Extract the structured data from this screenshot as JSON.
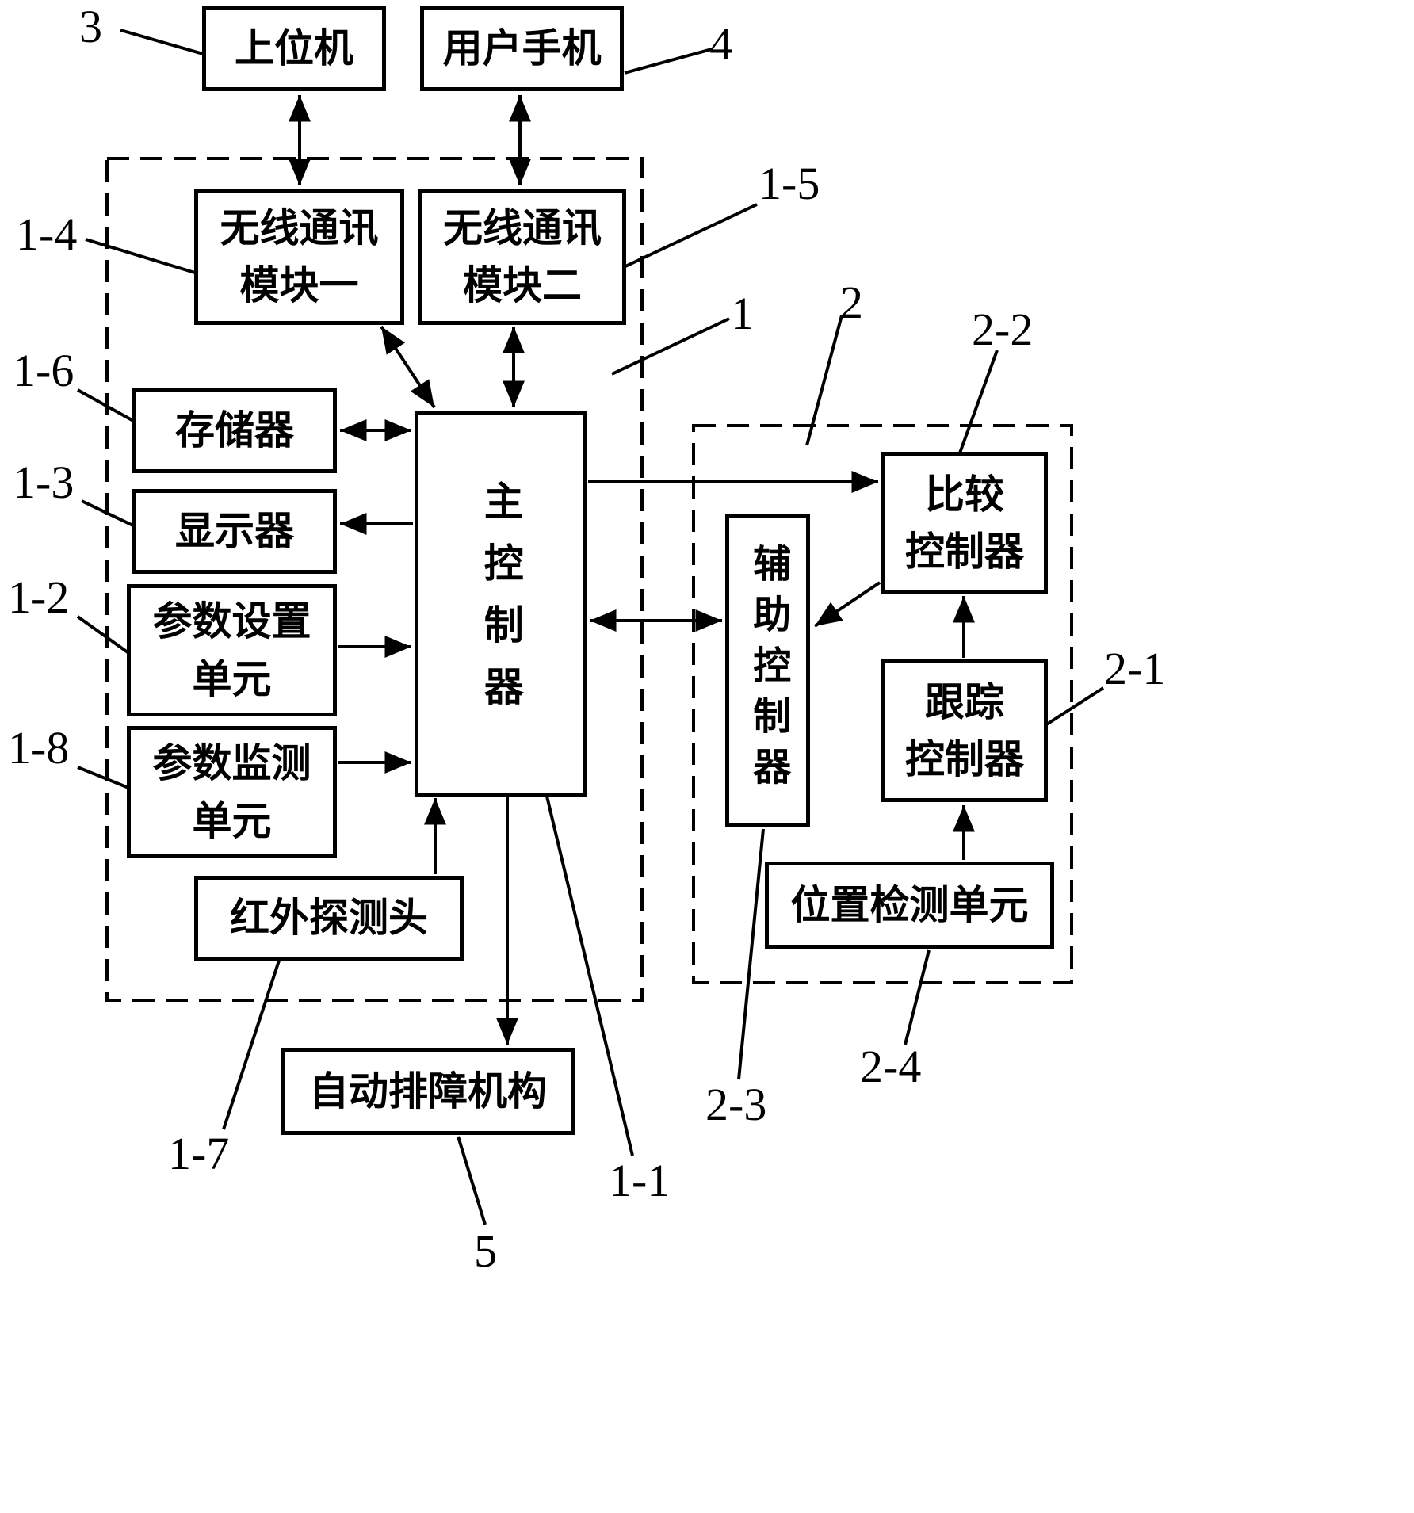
{
  "figure": {
    "boxes": {
      "host_computer": {
        "label": "上位机"
      },
      "user_phone": {
        "label": "用户手机"
      },
      "wireless_module_1": {
        "line1": "无线通讯",
        "line2": "模块一"
      },
      "wireless_module_2": {
        "line1": "无线通讯",
        "line2": "模块二"
      },
      "memory": {
        "label": "存储器"
      },
      "display": {
        "label": "显示器"
      },
      "param_setting": {
        "line1": "参数设置",
        "line2": "单元"
      },
      "param_monitoring": {
        "line1": "参数监测",
        "line2": "单元"
      },
      "infrared_detector": {
        "label": "红外探测头"
      },
      "main_controller": {
        "label": "主控制器"
      },
      "aux_controller": {
        "label": "辅助控制器"
      },
      "compare_controller": {
        "line1": "比较",
        "line2": "控制器"
      },
      "tracking_controller": {
        "line1": "跟踪",
        "line2": "控制器"
      },
      "position_detection": {
        "label": "位置检测单元"
      },
      "auto_obstacle_mechanism": {
        "label": "自动排障机构"
      }
    },
    "refs": {
      "host_computer": "3",
      "user_phone": "4",
      "wireless_module_1": "1-4",
      "wireless_module_2": "1-5",
      "group_1": "1",
      "group_2": "2",
      "compare_controller": "2-2",
      "memory": "1-6",
      "display": "1-3",
      "param_setting": "1-2",
      "param_monitoring": "1-8",
      "tracking_controller": "2-1",
      "infrared_detector": "1-7",
      "auto_obstacle_mechanism": "5",
      "main_controller": "1-1",
      "aux_controller": "2-3",
      "position_detection": "2-4"
    },
    "colors": {
      "line": "#000000",
      "background": "#ffffff"
    }
  }
}
